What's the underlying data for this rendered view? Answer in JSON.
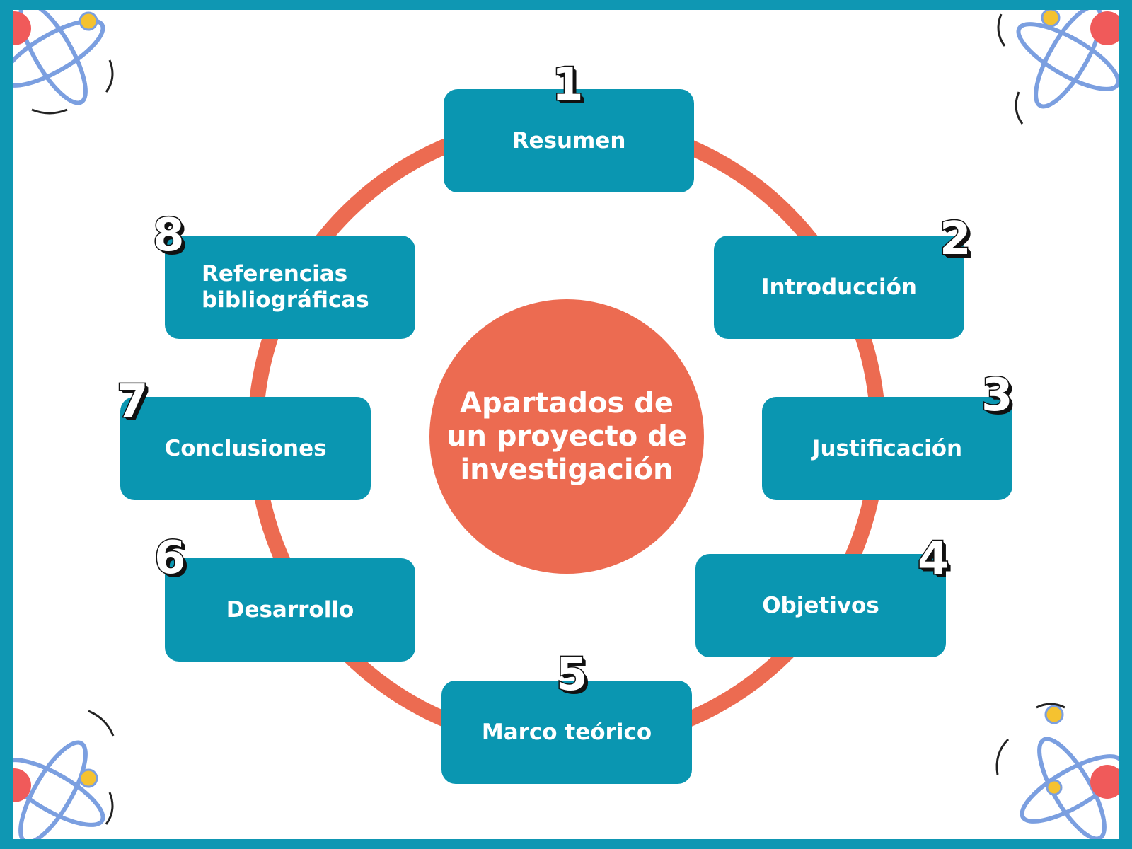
{
  "center": {
    "title": "Apartados de un proyecto de investigación"
  },
  "steps": [
    {
      "number": "1",
      "label": "Resumen"
    },
    {
      "number": "2",
      "label": "Introducción"
    },
    {
      "number": "3",
      "label": "Justificación"
    },
    {
      "number": "4",
      "label": "Objetivos"
    },
    {
      "number": "5",
      "label": "Marco teórico"
    },
    {
      "number": "6",
      "label": "Desarrollo"
    },
    {
      "number": "7",
      "label": "Conclusiones"
    },
    {
      "number": "8",
      "label": "Referencias bibliográficas"
    }
  ],
  "colors": {
    "frame": "#0f97b3",
    "box": "#0a96b1",
    "ring": "#ec6b51",
    "center": "#ec6b51",
    "atom_orbit": "#7b9fe0",
    "atom_nucleus": "#f05a5a",
    "atom_electron": "#f5c230"
  },
  "decorations": {
    "corner_icons": [
      "atom-icon",
      "atom-icon",
      "atom-icon",
      "atom-icon"
    ]
  }
}
